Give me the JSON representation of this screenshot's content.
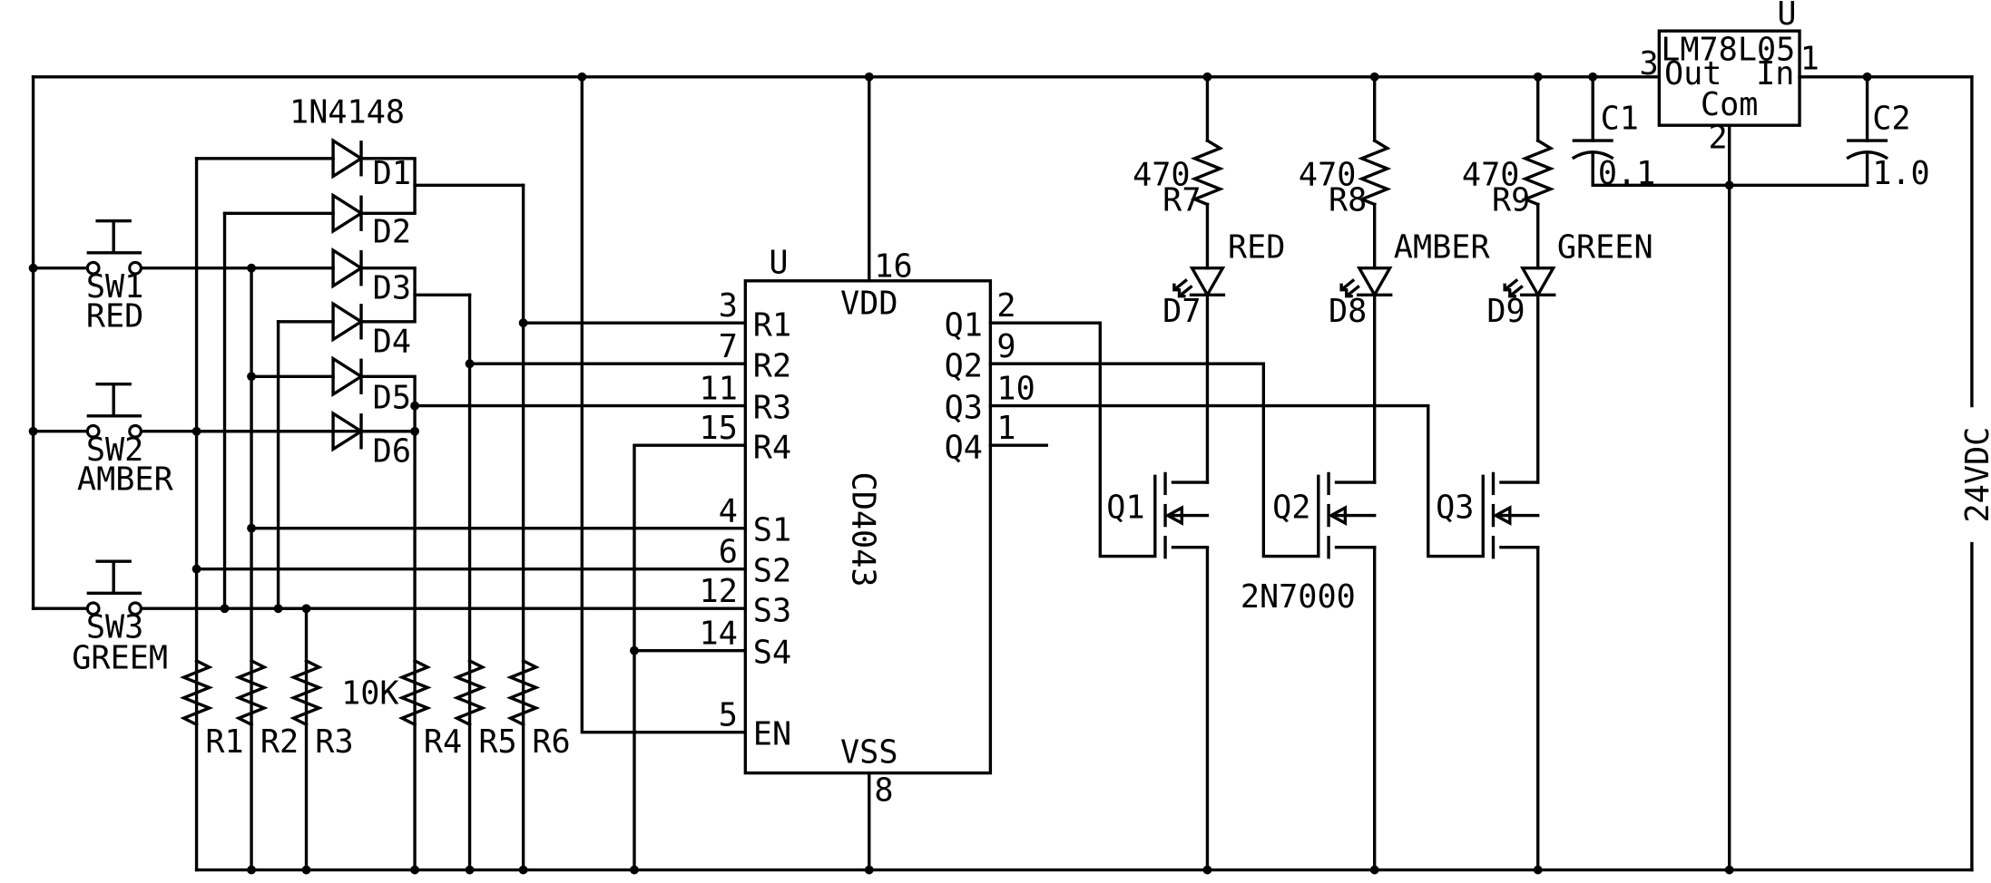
{
  "diode_part": "1N4148",
  "pullup_value": "10K",
  "fet_part": "2N7000",
  "supply_label": "24VDC",
  "diodes": [
    "D1",
    "D2",
    "D3",
    "D4",
    "D5",
    "D6"
  ],
  "switches": [
    {
      "ref": "SW1",
      "label": "RED"
    },
    {
      "ref": "SW2",
      "label": "AMBER"
    },
    {
      "ref": "SW3",
      "label": "GREEM"
    }
  ],
  "pull_resistors": [
    "R1",
    "R2",
    "R3",
    "R4",
    "R5",
    "R6"
  ],
  "latch": {
    "unit": "U",
    "part": "CD4043",
    "vdd_label": "VDD",
    "vdd_pin": "16",
    "vss_label": "VSS",
    "vss_pin": "8",
    "left_pins": [
      {
        "pin": "3",
        "name": "R1"
      },
      {
        "pin": "7",
        "name": "R2"
      },
      {
        "pin": "11",
        "name": "R3"
      },
      {
        "pin": "15",
        "name": "R4"
      },
      {
        "pin": "4",
        "name": "S1"
      },
      {
        "pin": "6",
        "name": "S2"
      },
      {
        "pin": "12",
        "name": "S3"
      },
      {
        "pin": "14",
        "name": "S4"
      },
      {
        "pin": "5",
        "name": "EN"
      }
    ],
    "right_pins": [
      {
        "pin": "2",
        "name": "Q1"
      },
      {
        "pin": "9",
        "name": "Q2"
      },
      {
        "pin": "10",
        "name": "Q3"
      },
      {
        "pin": "1",
        "name": "Q4"
      }
    ]
  },
  "led_resistors": [
    {
      "ref": "R7",
      "value": "470"
    },
    {
      "ref": "R8",
      "value": "470"
    },
    {
      "ref": "R9",
      "value": "470"
    }
  ],
  "leds": [
    {
      "ref": "D7",
      "label": "RED"
    },
    {
      "ref": "D8",
      "label": "AMBER"
    },
    {
      "ref": "D9",
      "label": "GREEN"
    }
  ],
  "fets": [
    "Q1",
    "Q2",
    "Q3"
  ],
  "regulator": {
    "unit": "U",
    "part": "LM78L05",
    "out_label": "Out",
    "out_pin": "3",
    "in_label": "In",
    "in_pin": "1",
    "com_label": "Com",
    "com_pin": "2"
  },
  "capacitors": [
    {
      "ref": "C1",
      "value": "0.1"
    },
    {
      "ref": "C2",
      "value": "1.0"
    }
  ]
}
